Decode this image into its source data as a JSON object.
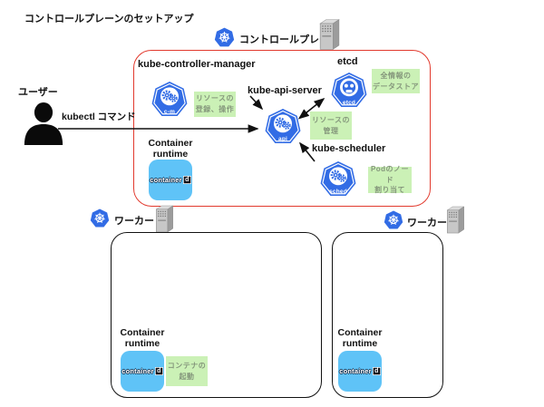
{
  "title": "コントロールプレーンのセットアップ",
  "user": {
    "label": "ユーザー",
    "command_label": "kubectl コマンド"
  },
  "control_plane": {
    "header": "コントロールプレーン",
    "kcm": {
      "title": "kube-controller-manager",
      "badge": "c-m",
      "note": [
        "リソースの",
        "登録、操作"
      ]
    },
    "api": {
      "title": "kube-api-server",
      "badge": "api",
      "note": [
        "リソースの",
        "管理"
      ]
    },
    "etcd": {
      "title": "etcd",
      "badge": "etcd",
      "note": [
        "全情報の",
        "データストア"
      ]
    },
    "sched": {
      "title": "kube-scheduler",
      "badge": "sched",
      "note": [
        "Podのノード",
        "割り当て"
      ]
    },
    "runtime": {
      "title": [
        "Container",
        "runtime"
      ],
      "logo": "container",
      "logo_d": "d"
    }
  },
  "worker1": {
    "header": "ワーカー",
    "runtime": {
      "title": [
        "Container",
        "runtime"
      ],
      "logo": "container",
      "logo_d": "d"
    },
    "note": [
      "コンテナの",
      "起動"
    ]
  },
  "worker2": {
    "header": "ワーカー",
    "runtime": {
      "title": [
        "Container",
        "runtime"
      ],
      "logo": "container",
      "logo_d": "d"
    }
  },
  "colors": {
    "kubernetes_blue": "#326CE5",
    "containerd_blue": "#5FC3F7",
    "note_green_bg": "#CBF1B6",
    "note_green_text": "#85977C",
    "control_plane_border_red": "#E23A2E",
    "worker_border_black": "#111111"
  }
}
